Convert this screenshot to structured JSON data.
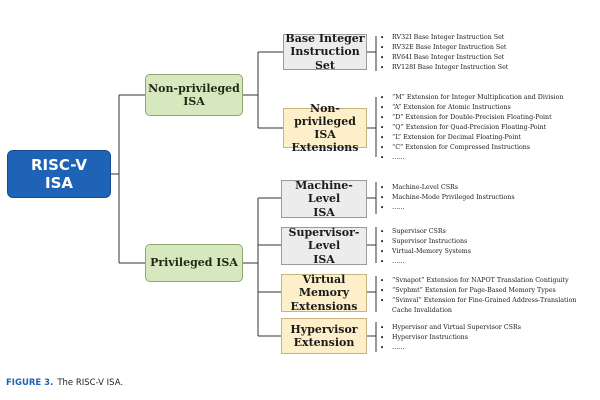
{
  "diagram": {
    "root": {
      "label": "RISC-V\nISA"
    },
    "groups": [
      {
        "label": "Non-privileged\nISA",
        "children": [
          {
            "label": "Base Integer\nInstruction Set",
            "items": [
              "RV32I Base Integer Instruction Set",
              "RV32E Base Integer Instruction Set",
              "RV64I Base Integer Instruction Set",
              "RV128I Base Integer Instruction Set"
            ]
          },
          {
            "label": "Non-privileged\nISA Extensions",
            "items": [
              "“M” Extension for Integer Multiplication and Division",
              "“A” Extension for Atomic Instructions",
              "“D” Extension for Double-Precision Floating-Point",
              "“Q” Extension for Quad-Precision Floating-Point",
              "“L” Extension for Decimal Floating-Point",
              "“C” Extension for Compressed Instructions",
              "……"
            ]
          }
        ]
      },
      {
        "label": "Privileged ISA",
        "children": [
          {
            "label": "Machine-Level\nISA",
            "items": [
              "Machine-Level CSRs",
              "Machine-Mode Privileged Instructions",
              "……"
            ]
          },
          {
            "label": "Supervisor-Level\nISA",
            "items": [
              "Supervisor CSRs",
              "Supervisor Instructions",
              "Virtual-Memory Systems",
              "……"
            ]
          },
          {
            "label": "Virtual Memory\nExtensions",
            "items": [
              "“Svnapot” Extension for NAPOT Translation Contiguity",
              "“Svpbmt” Extension for Page-Based Memory Types",
              "“Svinval” Extension for Fine-Grained Address-Translation Cache Invalidation"
            ]
          },
          {
            "label": "Hypervisor\nExtension",
            "items": [
              "Hypervisor and Virtual Supervisor CSRs",
              "Hypervisor Instructions",
              "……"
            ]
          }
        ]
      }
    ]
  },
  "caption": {
    "figure_label": "FIGURE 3.",
    "text": "The RISC-V ISA."
  }
}
